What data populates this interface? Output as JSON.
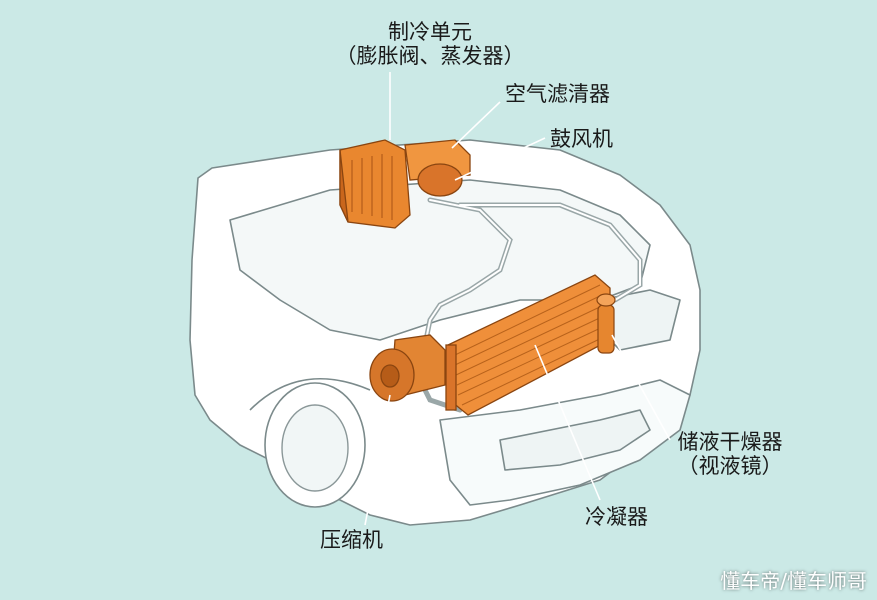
{
  "labels": {
    "refrigeration_unit": "制冷单元",
    "refrigeration_unit_sub": "（膨胀阀、蒸发器）",
    "air_filter": "空气滤清器",
    "blower": "鼓风机",
    "receiver_drier": "储液干燥器",
    "receiver_drier_sub": "（视液镜）",
    "condenser": "冷凝器",
    "compressor": "压缩机"
  },
  "watermark": "懂车帝/懂车师哥",
  "colors": {
    "background": "#cbe9e6",
    "component_orange": "#e8842f",
    "component_dark": "#b85a12",
    "car_body": "#ffffff",
    "outline": "#6f7f80"
  }
}
